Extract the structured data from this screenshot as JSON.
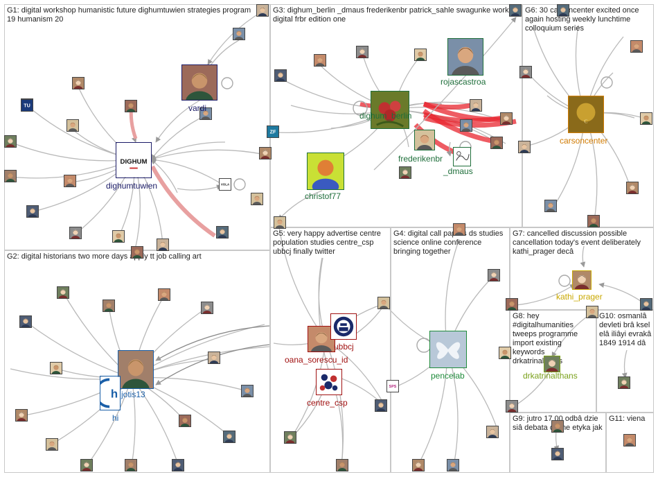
{
  "groups": [
    {
      "id": "G1",
      "label": "G1: digital workshop humanistic future dighumtuwien strategies program 19 humanism 20"
    },
    {
      "id": "G2",
      "label": "G2: digital historians two more days apply tt job calling art"
    },
    {
      "id": "G3",
      "label": "G3: dighum_berlin _dmaus frederikenbr patrick_sahle swagunke work digital frbr edition one"
    },
    {
      "id": "G4",
      "label": "G4: digital call papers ds studies science online conference bringing together"
    },
    {
      "id": "G5",
      "label": "G5: very happy advertise centre population studies centre_csp ubbcj finally twitter"
    },
    {
      "id": "G6",
      "label": "G6: 30 carsoncenter excited once again hosting weekly lunchtime colloquium series"
    },
    {
      "id": "G7",
      "label": "G7: cancelled discussion possible cancellation today's event deliberately kathi_prager decâ"
    },
    {
      "id": "G8",
      "label": "G8: hey #digitalhumanities tweeps programme import existing keywords drkatrinalthans"
    },
    {
      "id": "G9",
      "label": "G9: jutro 17 00 odbâ dzie siâ debata online etyka jak"
    },
    {
      "id": "G10",
      "label": "G10: osmanlâ devleti brâ ksel elâ iliâyi evrakâ 1849 1914 dâ"
    },
    {
      "id": "G11",
      "label": "G11: viena"
    }
  ],
  "labeled_nodes": [
    {
      "id": "vardi",
      "label": "vardi",
      "color": "#1a1a66",
      "icon": "portrait-photo-icon"
    },
    {
      "id": "dighumtuwien",
      "label": "dighumtuwien",
      "logo": "DIGHUM",
      "color": "#1a1a66",
      "icon": "dighum-logo-icon"
    },
    {
      "id": "jotis13",
      "label": "jotis13",
      "color": "#1a5fa8",
      "icon": "portrait-photo-icon"
    },
    {
      "id": "hi",
      "label": "hi",
      "color": "#1a5fa8",
      "icon": "hi-logo-icon"
    },
    {
      "id": "rojascastroa",
      "label": "rojascastroa",
      "color": "#1e6e3a",
      "icon": "portrait-photo-icon"
    },
    {
      "id": "dighum_berlin",
      "label": "dighum_berlin",
      "color": "#1e6e3a",
      "icon": "flower-photo-icon"
    },
    {
      "id": "frederikenbr",
      "label": "frederikenbr",
      "color": "#1e6e3a",
      "icon": "portrait-photo-icon"
    },
    {
      "id": "_dmaus",
      "label": "_dmaus",
      "color": "#1e6e3a",
      "icon": "sketch-icon"
    },
    {
      "id": "christof77",
      "label": "christof77",
      "color": "#1e6e3a",
      "icon": "portrait-photo-icon"
    },
    {
      "id": "carsoncenter",
      "label": "carsoncenter",
      "color": "#d07a00",
      "icon": "carson-logo-icon"
    },
    {
      "id": "oana_sorescu_id",
      "label": "oana_sorescu_id",
      "color": "#a01010",
      "icon": "portrait-photo-icon"
    },
    {
      "id": "ubbcj",
      "label": "ubbcj",
      "color": "#a01010",
      "icon": "university-seal-icon"
    },
    {
      "id": "centre_csp",
      "label": "centre_csp",
      "color": "#a01010",
      "icon": "molecule-logo-icon"
    },
    {
      "id": "pencelab",
      "label": "pencelab",
      "color": "#1e8a3a",
      "icon": "butterfly-logo-icon"
    },
    {
      "id": "kathi_prager",
      "label": "kathi_prager",
      "color": "#c9a800",
      "icon": "portrait-photo-icon"
    },
    {
      "id": "drkatrinalthans",
      "label": "drkatrinalthans",
      "color": "#7aa01a",
      "icon": "portrait-photo-icon"
    }
  ],
  "logos": {
    "tu": "TU",
    "zf": "ZF",
    "vola": "VOLA",
    "sps": "SPS"
  },
  "colors": {
    "edge": "#b9b9b9",
    "edge_dark": "#8a8a8a",
    "reciprocal_edge": "#e8a0a0",
    "berlin_edge": "#e8262f",
    "group_border": "#c8c8c8"
  }
}
